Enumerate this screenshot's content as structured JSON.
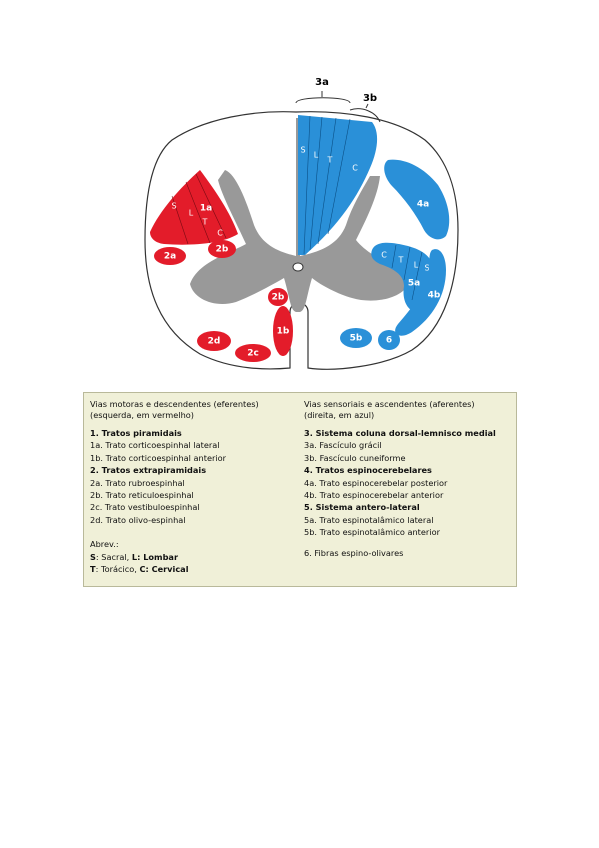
{
  "diagram": {
    "labels": {
      "top_3a": "3a",
      "top_3b": "3b",
      "red_1a": "1a",
      "red_S": "S",
      "red_L": "L",
      "red_T": "T",
      "red_C": "C",
      "red_2a": "2a",
      "red_2b_upper": "2b",
      "red_2b_lower": "2b",
      "red_1b": "1b",
      "red_2d": "2d",
      "red_2c": "2c",
      "blue_S": "S",
      "blue_L": "L",
      "blue_T": "T",
      "blue_C": "C",
      "blue_4a": "4a",
      "blue_inner_C": "C",
      "blue_inner_T": "T",
      "blue_inner_L": "L",
      "blue_inner_S": "S",
      "blue_5a": "5a",
      "blue_4b": "4b",
      "blue_5b": "5b",
      "blue_6": "6"
    },
    "colors": {
      "red": "#e31c2a",
      "blue": "#2a90d8",
      "gray": "#999999",
      "legend_bg": "#f0f0d8"
    }
  },
  "legend": {
    "left": {
      "heading_line1": "Vias motoras e descendentes (eferentes)",
      "heading_line2": "(esquerda, em vermelho)",
      "items": [
        {
          "text": "1. Tratos piramidais",
          "bold": true
        },
        {
          "text": "1a. Trato corticoespinhal lateral",
          "bold": false
        },
        {
          "text": "1b. Trato corticoespinhal anterior",
          "bold": false
        },
        {
          "text": "2. Tratos extrapiramidais",
          "bold": true
        },
        {
          "text": "2a. Trato rubroespinhal",
          "bold": false
        },
        {
          "text": "2b. Trato reticuloespinhal",
          "bold": false
        },
        {
          "text": "2c. Trato vestibuloespinhal",
          "bold": false
        },
        {
          "text": "2d. Trato olivo-espinhal",
          "bold": false
        }
      ],
      "abbrev_title": "Abrev.:",
      "abbrev_line1_s": "S",
      "abbrev_line1_s_rest": ": Sacral, ",
      "abbrev_line1_l": "L: Lombar",
      "abbrev_line2_t": "T",
      "abbrev_line2_t_rest": ": Torácico, ",
      "abbrev_line2_c": "C: Cervical"
    },
    "right": {
      "heading_line1": "Vias sensoriais e ascendentes (aferentes)",
      "heading_line2": "(direita, em azul)",
      "items": [
        {
          "text": "3. Sistema coluna dorsal-lemnisco medial",
          "bold": true
        },
        {
          "text": "3a. Fascículo grácil",
          "bold": false
        },
        {
          "text": "3b. Fascículo cuneiforme",
          "bold": false
        },
        {
          "text": "4. Tratos espinocerebelares",
          "bold": true
        },
        {
          "text": "4a. Trato espinocerebelar posterior",
          "bold": false
        },
        {
          "text": "4b. Trato espinocerebelar anterior",
          "bold": false
        },
        {
          "text": "5. Sistema antero-lateral",
          "bold": true
        },
        {
          "text": "5a. Trato espinotalâmico lateral",
          "bold": false
        },
        {
          "text": "5b. Trato espinotalâmico anterior",
          "bold": false
        }
      ],
      "extra": "6. Fibras espino-olivares"
    }
  }
}
